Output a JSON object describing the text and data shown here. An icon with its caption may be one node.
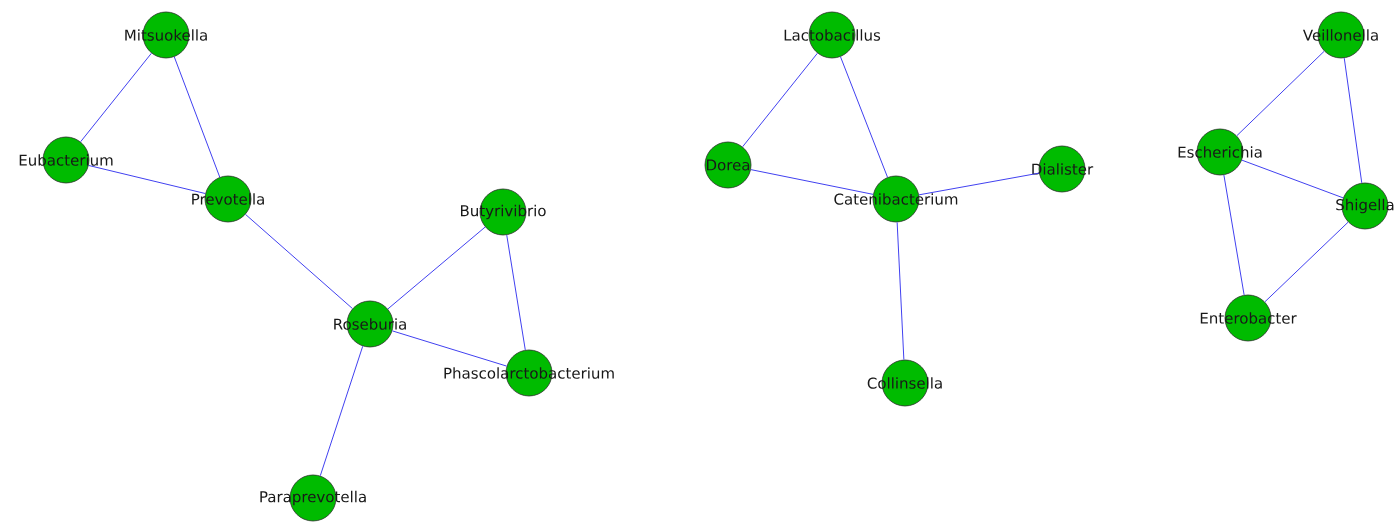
{
  "diagram": {
    "nodes": [
      {
        "text": [
          "Mitsuokella"
        ]
      },
      {
        "text": [
          "Eubacterium"
        ]
      },
      {
        "text": [
          "Prevotella"
        ]
      },
      {
        "text": [
          "Butyrivibrio"
        ]
      },
      {
        "text": [
          "Roseburia"
        ]
      },
      {
        "text": [
          "Phascolarctobacterium"
        ]
      },
      {
        "text": [
          "Paraprevotella"
        ]
      },
      {
        "text": [
          "Lactobacillus"
        ]
      },
      {
        "text": [
          "Dorea"
        ]
      },
      {
        "text": [
          "Catenibacterium"
        ]
      },
      {
        "text": [
          "Dialister"
        ]
      },
      {
        "text": [
          "Collinsella"
        ]
      },
      {
        "text": [
          "Veillonella"
        ]
      },
      {
        "text": [
          "Escherichia"
        ]
      },
      {
        "text": [
          "Shigella"
        ]
      },
      {
        "text": [
          "Enterobacter"
        ]
      }
    ],
    "edges": [
      {
        "from": 0,
        "to": 1,
        "arrow": "none"
      },
      {
        "from": 0,
        "to": 2,
        "arrow": "none"
      },
      {
        "from": 1,
        "to": 2,
        "arrow": "none"
      },
      {
        "from": 2,
        "to": 4,
        "arrow": "none"
      },
      {
        "from": 4,
        "to": 3,
        "arrow": "none"
      },
      {
        "from": 3,
        "to": 5,
        "arrow": "none"
      },
      {
        "from": 4,
        "to": 5,
        "arrow": "none"
      },
      {
        "from": 4,
        "to": 6,
        "arrow": "none"
      },
      {
        "from": 7,
        "to": 8,
        "arrow": "none"
      },
      {
        "from": 7,
        "to": 9,
        "arrow": "none"
      },
      {
        "from": 8,
        "to": 9,
        "arrow": "none"
      },
      {
        "from": 9,
        "to": 10,
        "arrow": "none"
      },
      {
        "from": 9,
        "to": 11,
        "arrow": "none"
      },
      {
        "from": 12,
        "to": 13,
        "arrow": "none"
      },
      {
        "from": 12,
        "to": 14,
        "arrow": "none"
      },
      {
        "from": 13,
        "to": 14,
        "arrow": "none"
      },
      {
        "from": 13,
        "to": 15,
        "arrow": "none"
      },
      {
        "from": 14,
        "to": 15,
        "arrow": "none"
      }
    ]
  }
}
